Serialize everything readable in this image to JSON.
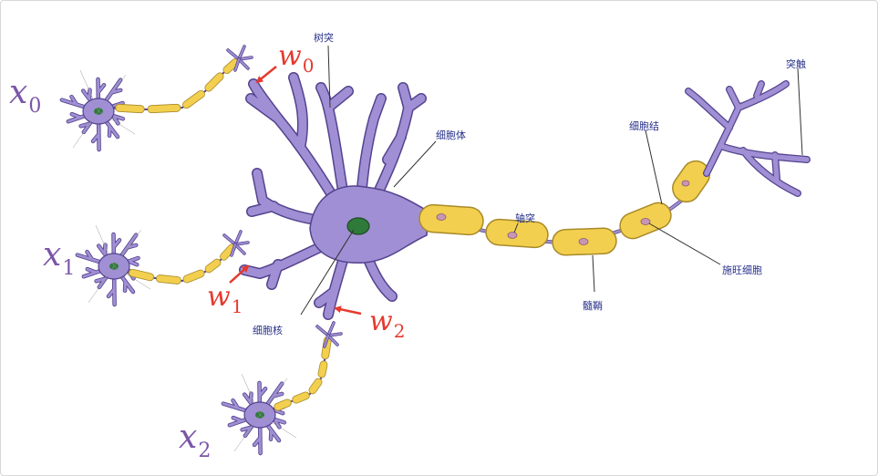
{
  "labels": {
    "dendrite": "树突",
    "soma": "细胞体",
    "nucleus": "细胞核",
    "axon": "轴突",
    "node": "细胞结",
    "myelin": "髓鞘",
    "schwann": "施旺细胞",
    "synapse": "突触"
  },
  "inputs": [
    {
      "symbol": "x",
      "sub": "0"
    },
    {
      "symbol": "x",
      "sub": "1"
    },
    {
      "symbol": "x",
      "sub": "2"
    }
  ],
  "weights": [
    {
      "symbol": "w",
      "sub": "0"
    },
    {
      "symbol": "w",
      "sub": "1"
    },
    {
      "symbol": "w",
      "sub": "2"
    }
  ],
  "colors": {
    "cell_body": "#a08fd4",
    "cell_outline": "#54438e",
    "myelin_fill": "#f2cf4e",
    "myelin_outline": "#a98a2a",
    "nucleus": "#2f7a3a",
    "schwann_nucleus": "#c896b5",
    "weight_arrow": "#e53a2e",
    "input_text": "#7b56a8",
    "label_text": "#27308a"
  }
}
